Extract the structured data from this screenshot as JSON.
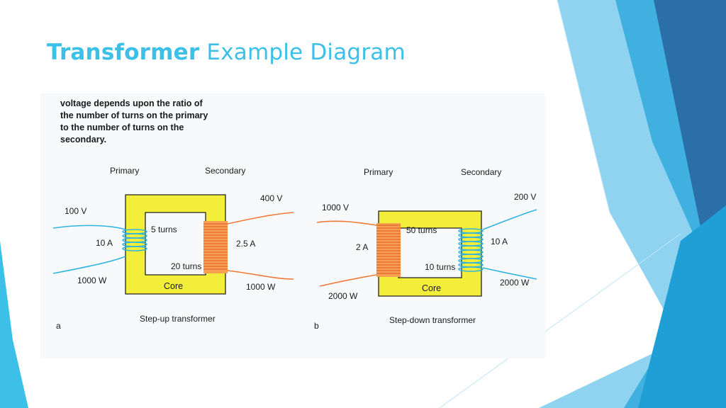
{
  "slide": {
    "title_bold": "Transformer",
    "title_rest": " Example Diagram",
    "accent_color": "#3cc0e8"
  },
  "figure": {
    "caption_lines": [
      "voltage depends upon the ratio of",
      "the number of turns on the primary",
      "to the number of turns on the",
      "secondary."
    ],
    "diagram_a": {
      "panel_label": "a",
      "primary_label": "Primary",
      "secondary_label": "Secondary",
      "input_voltage": "100 V",
      "input_current": "10 A",
      "input_power": "1000 W",
      "primary_turns": "5 turns",
      "secondary_turns": "20 turns",
      "core_label": "Core",
      "output_voltage": "400 V",
      "output_current": "2.5 A",
      "output_power": "1000 W",
      "caption": "Step-up transformer"
    },
    "diagram_b": {
      "panel_label": "b",
      "primary_label": "Primary",
      "secondary_label": "Secondary",
      "input_voltage": "1000 V",
      "input_current": "2 A",
      "input_power": "2000 W",
      "primary_turns": "50 turns",
      "secondary_turns": "10 turns",
      "core_label": "Core",
      "output_voltage": "200 V",
      "output_current": "10 A",
      "output_power": "2000 W",
      "caption": "Step-down transformer"
    },
    "colors": {
      "core": "#f2ee3a",
      "primary_wire": "#2fb4e0",
      "secondary_wire": "#f07a3a"
    }
  }
}
